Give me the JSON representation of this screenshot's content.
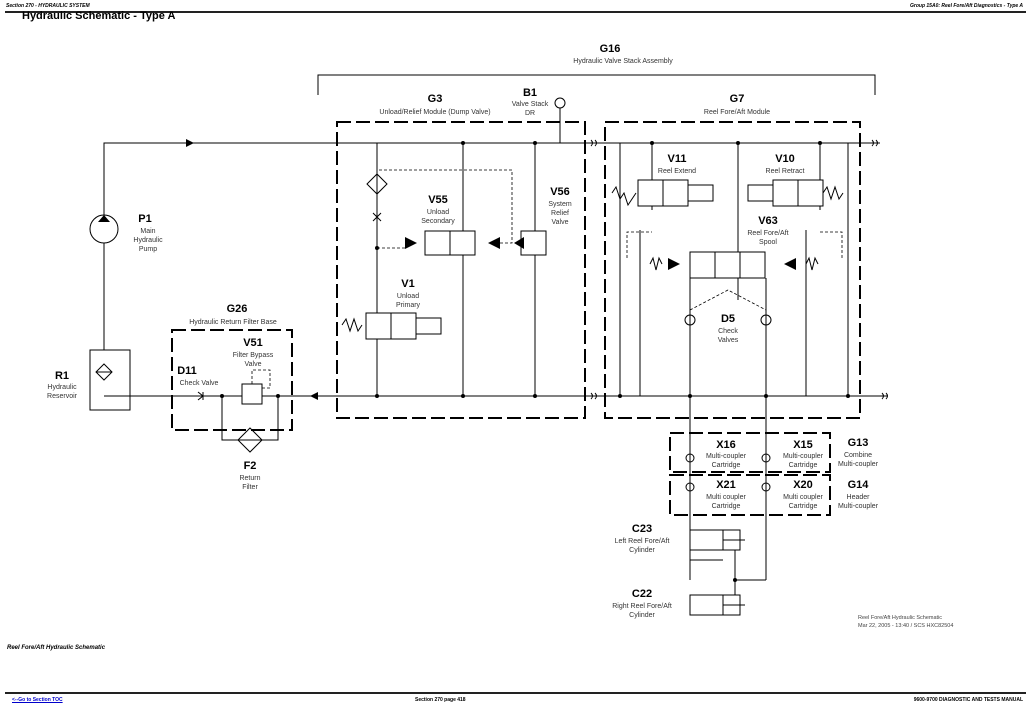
{
  "header": {
    "section": "Section 270 - HYDRAULIC SYSTEM",
    "group": "Group 15A0: Reel Fore/Aft Diagnostics - Type A"
  },
  "title": "Hydraulic Schematic - Type A",
  "components": {
    "G16": {
      "id": "G16",
      "name": "Hydraulic Valve Stack Assembly"
    },
    "G3": {
      "id": "G3",
      "name": "Unload/Relief Module (Dump Valve)"
    },
    "B1": {
      "id": "B1",
      "name1": "Valve Stack",
      "name2": "DR"
    },
    "G7": {
      "id": "G7",
      "name": "Reel Fore/Aft Module"
    },
    "P1": {
      "id": "P1",
      "name1": "Main",
      "name2": "Hydraulic",
      "name3": "Pump"
    },
    "R1": {
      "id": "R1",
      "name1": "Hydraulic",
      "name2": "Reservoir"
    },
    "G26": {
      "id": "G26",
      "name": "Hydraulic Return Filter Base"
    },
    "D11": {
      "id": "D11",
      "name": "Check Valve"
    },
    "V51": {
      "id": "V51",
      "name1": "Filter Bypass",
      "name2": "Valve"
    },
    "F2": {
      "id": "F2",
      "name1": "Return",
      "name2": "Filter"
    },
    "V55": {
      "id": "V55",
      "name1": "Unload",
      "name2": "Secondary"
    },
    "V56": {
      "id": "V56",
      "name1": "System",
      "name2": "Relief",
      "name3": "Valve"
    },
    "V1": {
      "id": "V1",
      "name1": "Unload",
      "name2": "Primary"
    },
    "V11": {
      "id": "V11",
      "name": "Reel Extend"
    },
    "V10": {
      "id": "V10",
      "name": "Reel Retract"
    },
    "V63": {
      "id": "V63",
      "name1": "Reel Fore/Aft",
      "name2": "Spool"
    },
    "D5": {
      "id": "D5",
      "name1": "Check",
      "name2": "Valves"
    },
    "X16": {
      "id": "X16",
      "name1": "Multi-coupler",
      "name2": "Cartridge"
    },
    "X15": {
      "id": "X15",
      "name1": "Multi-coupler",
      "name2": "Cartridge"
    },
    "X21": {
      "id": "X21",
      "name1": "Multi coupler",
      "name2": "Cartridge"
    },
    "X20": {
      "id": "X20",
      "name1": "Multi coupler",
      "name2": "Cartridge"
    },
    "G13": {
      "id": "G13",
      "name1": "Combine",
      "name2": "Multi-coupler"
    },
    "G14": {
      "id": "G14",
      "name1": "Header",
      "name2": "Multi-coupler"
    },
    "C23": {
      "id": "C23",
      "name1": "Left Reel Fore/Aft",
      "name2": "Cylinder"
    },
    "C22": {
      "id": "C22",
      "name1": "Right Reel Fore/Aft",
      "name2": "Cylinder"
    }
  },
  "drawing_info": {
    "line1": "Reel Fore/Aft Hydraulic Schematic",
    "line2": "Mar 22, 2005 - 13:40 / SCS  HXC82504"
  },
  "caption": "Reel Fore/Aft Hydraulic Schematic",
  "footer": {
    "toc_link": "<--Go to Section TOC",
    "page": "Section 270 page 418",
    "manual": "9600-9700 DIAGNOSTIC AND TESTS MANUAL"
  }
}
